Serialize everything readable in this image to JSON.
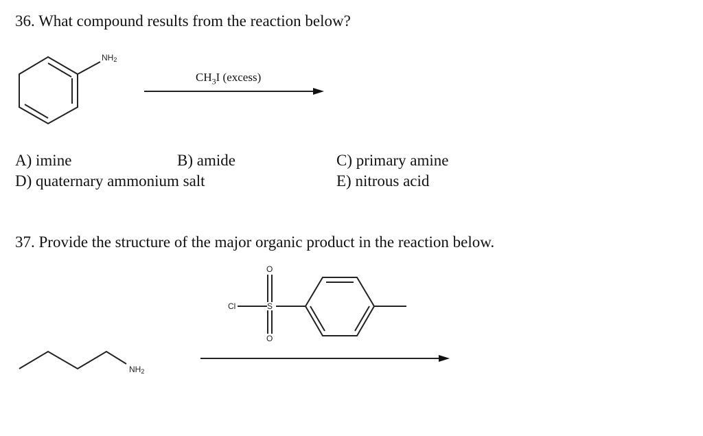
{
  "q36": {
    "question": "36. What compound results from the reaction below?",
    "reactant_label": "NH",
    "reactant_sub": "2",
    "reagent_prefix": "CH",
    "reagent_sub": "3",
    "reagent_suffix": "I  (excess)",
    "options": {
      "a": "A) imine",
      "b": "B) amide",
      "c": "C) primary amine",
      "d": "D) quaternary ammonium salt",
      "e": "E) nitrous acid"
    }
  },
  "q37": {
    "question": "37. Provide the structure of the major organic product in the reaction below.",
    "cl_label": "Cl",
    "s_label": "S",
    "o_top": "O",
    "o_bottom": "O",
    "amine_label": "NH",
    "amine_sub": "2"
  }
}
